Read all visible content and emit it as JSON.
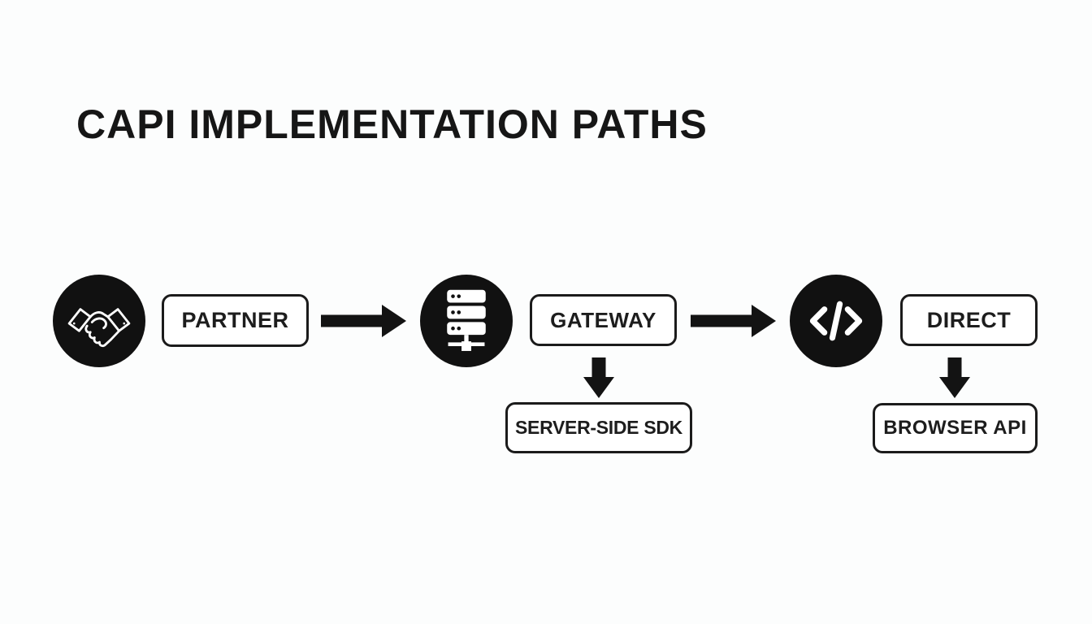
{
  "title": "CAPI IMPLEMENTATION PATHS",
  "colors": {
    "ink": "#161616",
    "box_border": "#1b1b1b",
    "circle_fill": "#111111",
    "background": "#fcfdfd"
  },
  "flow": [
    {
      "icon": "handshake-icon",
      "label": "PARTNER"
    },
    {
      "icon": "server-icon",
      "label": "GATEWAY",
      "sub_label": "SERVER-SIDE SDK"
    },
    {
      "icon": "code-icon",
      "label": "DIRECT",
      "sub_label": "BROWSER API"
    }
  ]
}
